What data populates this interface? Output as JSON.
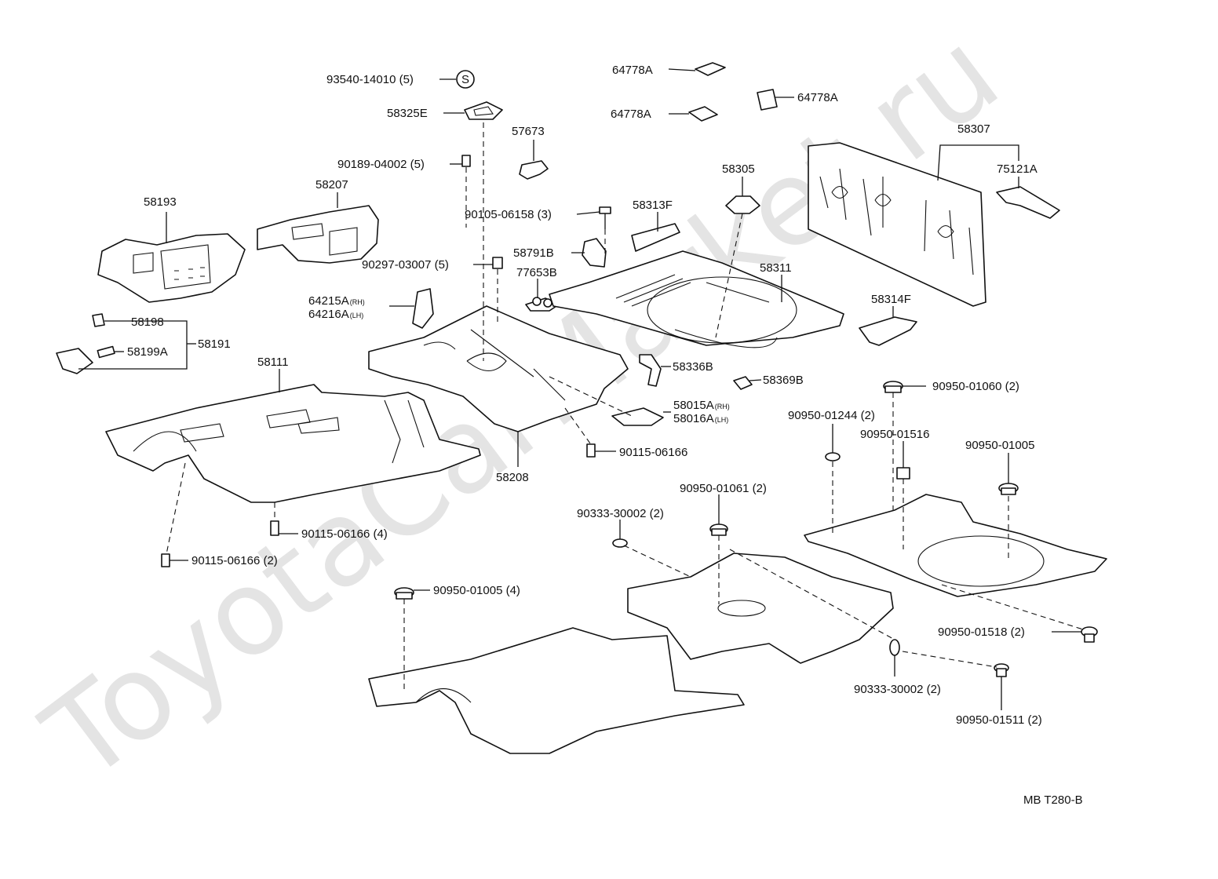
{
  "watermark": "ToyotaCarMarket.ru",
  "diagram_code": "MB T280-B",
  "labels": {
    "l93540": "93540-14010 (5)",
    "lS": "S",
    "l58325E": "58325E",
    "l90189": "90189-04002 (5)",
    "l57673": "57673",
    "l64778A_1": "64778A",
    "l64778A_2": "64778A",
    "l64778A_3": "64778A",
    "l58307": "58307",
    "l75121A": "75121A",
    "l58305": "58305",
    "l58193": "58193",
    "l58207": "58207",
    "l90105": "90105-06158 (3)",
    "l58313F": "58313F",
    "l58791B": "58791B",
    "l90297": "90297-03007 (5)",
    "l77653B": "77653B",
    "l58311": "58311",
    "l64215A": "64215A",
    "l64215A_sub": "(RH)",
    "l64216A": "64216A",
    "l64216A_sub": "(LH)",
    "l58314F": "58314F",
    "l58198": "58198",
    "l58199A": "58199A",
    "l58191": "58191",
    "l58111": "58111",
    "l58336B": "58336B",
    "l58369B": "58369B",
    "l90950_01060": "90950-01060 (2)",
    "l58015A": "58015A",
    "l58015A_sub": "(RH)",
    "l58016A": "58016A",
    "l58016A_sub": "(LH)",
    "l90950_01244": "90950-01244 (2)",
    "l90950_01516": "90950-01516",
    "l90950_01005": "90950-01005",
    "l90115_06166": "90115-06166",
    "l58208": "58208",
    "l90950_01061": "90950-01061 (2)",
    "l90333_a": "90333-30002 (2)",
    "l90115_06166_4": "90115-06166 (4)",
    "l90115_06166_2": "90115-06166 (2)",
    "l90950_01005_4": "90950-01005 (4)",
    "l90950_01518": "90950-01518 (2)",
    "l90333_b": "90333-30002 (2)",
    "l90950_01511": "90950-01511 (2)"
  }
}
